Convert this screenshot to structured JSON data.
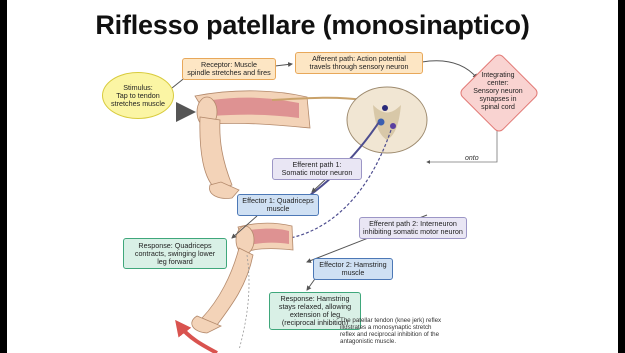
{
  "title": "Riflesso patellare (monosinaptico)",
  "stimulus": "Stimulus:\nTap to tendon\nstretches muscle",
  "receptor": "Receptor: Muscle\nspindle stretches and fires",
  "afferent": "Afferent path: Action potential\ntravels through sensory neuron",
  "integrating": "Integrating\ncenter:\nSensory neuron\nsynapses in\nspinal cord",
  "onto": "onto",
  "efferent1": "Efferent path 1:\nSomatic motor neuron",
  "effector1": "Effector 1: Quadriceps\nmuscle",
  "response1": "Response: Quadriceps\ncontracts, swinging lower\nleg forward",
  "efferent2": "Efferent path 2: Interneuron\ninhibiting somatic motor neuron",
  "effector2": "Effector 2: Hamstring\nmuscle",
  "response2": "Response: Hamstring\nstays relaxed, allowing\nextension of leg\n(reciprocal inhibition)",
  "caption": "The patellar tendon (knee jerk) reflex\nillustrates a monosynaptic stretch\nreflex and reciprocal inhibition of the\nantagonistic muscle.",
  "colors": {
    "receptor_box": "#fde6c4",
    "integrating": "#f9d3d1",
    "efferent_box": "#e9e6f4",
    "effector_box": "#cfe0f3",
    "response_box": "#d9f0e6",
    "stimulus": "#fbf5a4",
    "sensory_neuron": "#c9a26a",
    "motor_neuron": "#4d4d8f",
    "skin": "#f3d3b8",
    "muscle": "#d9868b",
    "swing_arrow": "#d9534f"
  }
}
